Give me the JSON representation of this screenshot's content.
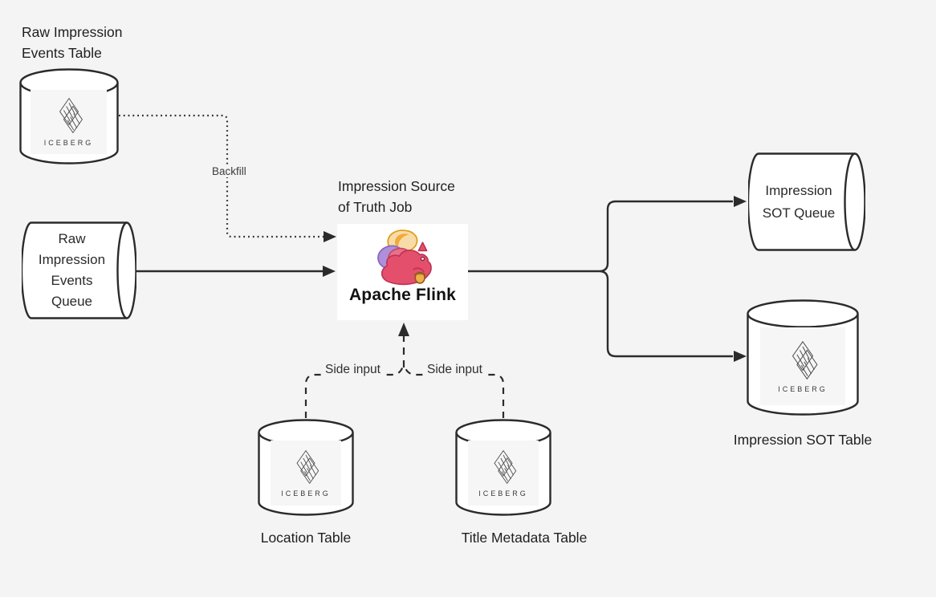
{
  "colors": {
    "background": "#f4f4f5",
    "stroke": "#2b2b2b",
    "node_fill": "#ffffff",
    "flink_pink": "#e4506b",
    "flink_purple": "#ae8fd9",
    "flink_cream": "#f7dca8"
  },
  "nodes": {
    "raw_impression_events_table": {
      "label": "Raw Impression\nEvents Table",
      "logo": "ICEBERG"
    },
    "raw_impression_events_queue": {
      "label": "Raw\nImpression\nEvents\nQueue"
    },
    "impression_job": {
      "title": "Impression Source\nof Truth Job",
      "engine": "Apache Flink"
    },
    "impression_sot_queue": {
      "label": "Impression\nSOT Queue"
    },
    "impression_sot_table": {
      "label": "Impression SOT Table",
      "logo": "ICEBERG"
    },
    "location_table": {
      "label": "Location Table",
      "logo": "ICEBERG"
    },
    "title_metadata_table": {
      "label": "Title Metadata Table",
      "logo": "ICEBERG"
    }
  },
  "edges": {
    "backfill": {
      "label": "Backfill"
    },
    "side_input_left": {
      "label": "Side input"
    },
    "side_input_right": {
      "label": "Side input"
    }
  }
}
